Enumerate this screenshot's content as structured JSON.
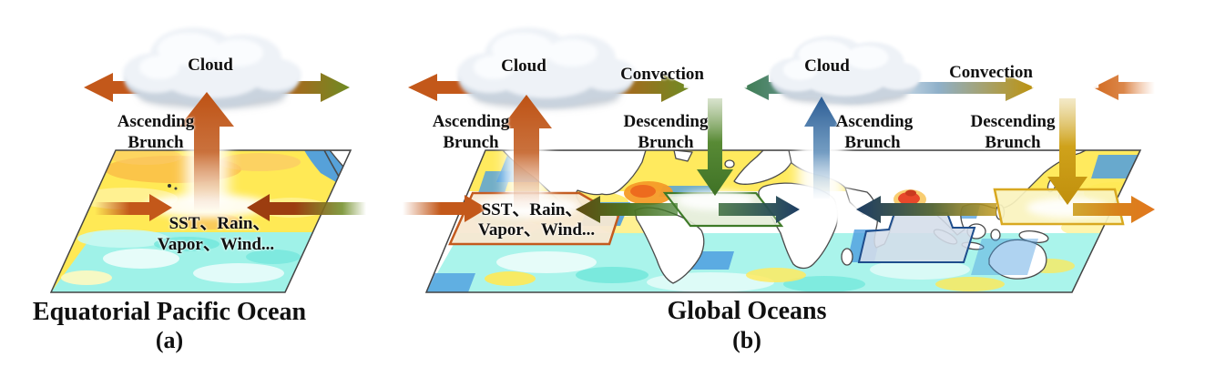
{
  "figure": {
    "panel_a": {
      "cloud_label": "Cloud",
      "ascending": [
        "Ascending",
        "Brunch"
      ],
      "surface_vars": [
        "SST、Rain、",
        "Vapor、Wind..."
      ],
      "caption": "Equatorial Pacific Ocean",
      "tag": "(a)"
    },
    "panel_b": {
      "cloud1_label": "Cloud",
      "cloud2_label": "Cloud",
      "convection1_label": "Convection",
      "convection2_label": "Convection",
      "ascending1": [
        "Ascending",
        "Brunch"
      ],
      "descending1": [
        "Descending",
        "Brunch"
      ],
      "ascending2": [
        "Ascending",
        "Brunch"
      ],
      "descending2": [
        "Descending",
        "Brunch"
      ],
      "surface_vars": [
        "SST、Rain、",
        "Vapor、Wind..."
      ],
      "caption": "Global Oceans",
      "tag": "(b)"
    },
    "colors": {
      "warm_arrow": "#C3581A",
      "olive_arrow": "#6E8B23",
      "green_arrow": "#3E7A28",
      "blue_arrow": "#2B5C94",
      "gold_arrow": "#C9980F",
      "warm_sst": "#FFE955",
      "cool_sst": "#A5F3EA"
    }
  }
}
